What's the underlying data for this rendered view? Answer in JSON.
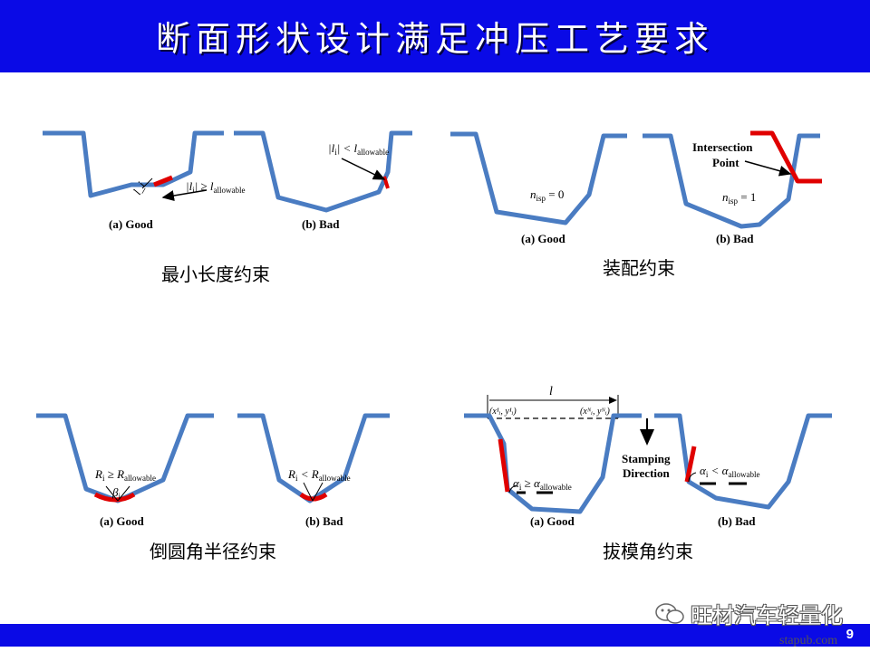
{
  "title": "断面形状设计满足冲压工艺要求",
  "page_number": "9",
  "watermark": "旺材汽车轻量化",
  "website": "stapub.com",
  "colors": {
    "header": "#0a0ae6",
    "profile": "#4a7cc2",
    "highlight": "#e00000"
  },
  "sections": {
    "min_length": {
      "caption": "最小长度约束",
      "good": "(a) Good",
      "bad": "(b) Bad",
      "good_label": "|l_i| ≥ l_allowable",
      "good_label_parts": {
        "lhs": "|l",
        "sub_i": "i",
        "rel": "| ≥ l",
        "sub": "allowable"
      },
      "vec_label": "l_i",
      "bad_label_parts": {
        "lhs": "|l",
        "sub_i": "i",
        "rel": "| < l",
        "sub": "allowable"
      }
    },
    "assembly": {
      "caption": "装配约束",
      "good": "(a) Good",
      "bad": "(b) Bad",
      "good_eq": {
        "n": "n",
        "sub": "isp",
        "rel": " = 0"
      },
      "bad_eq": {
        "n": "n",
        "sub": "isp",
        "rel": " = 1"
      },
      "intersection_line1": "Intersection",
      "intersection_line2": "Point"
    },
    "fillet": {
      "caption": "倒圆角半径约束",
      "good": "(a) Good",
      "bad": "(b) Bad",
      "good_label": {
        "r": "R",
        "sub_i": "i",
        "rel": " ≥ R",
        "sub": "allowable"
      },
      "bad_label": {
        "r": "R",
        "sub_i": "i",
        "rel": " < R",
        "sub": "allowable"
      },
      "beta": {
        "b": "β",
        "sub": "i"
      }
    },
    "draft": {
      "caption": "拔模角约束",
      "good": "(a) Good",
      "bad": "(b) Bad",
      "l_label": "l",
      "coord_left": "(x¹ᵢ, y¹ᵢ)",
      "coord_right": "(xᴺᵢ, yᴺᵢ)",
      "good_label": {
        "a": "α",
        "sub_i": "i",
        "rel": " ≥ α",
        "sub": "allowable"
      },
      "bad_label": {
        "a": "α",
        "sub_i": "i",
        "rel": " < α",
        "sub": "allowable"
      },
      "stamping_line1": "Stamping",
      "stamping_line2": "Direction"
    }
  }
}
